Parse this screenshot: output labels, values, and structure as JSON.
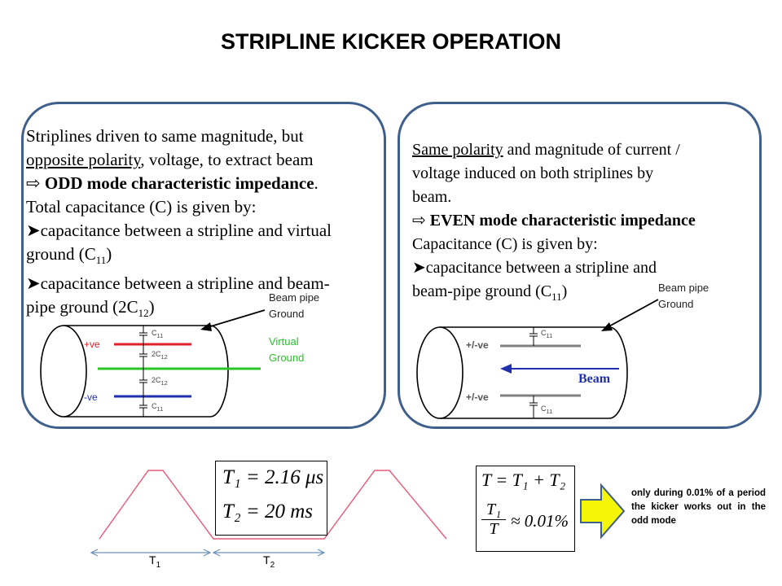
{
  "title": "STRIPLINE KICKER OPERATION",
  "left": {
    "line1": "Striplines driven to same magnitude, but",
    "line2_u": "opposite polarity",
    "line2_rest": ", voltage, to extract beam",
    "line3": " ODD mode characteristic impedance",
    "line3_end": ".",
    "line4": "Total capacitance (C) is given by:",
    "line5": "capacitance between a stripline and virtual",
    "line6": "ground  (C",
    "line6_sub": "11",
    "line6_end": ")",
    "line7": "capacitance between a stripline and beam-",
    "line8": "pipe ground  (2C",
    "line8_sub": "12",
    "line8_end": ")",
    "beam_pipe_ground_1": "Beam pipe",
    "beam_pipe_ground_2": "Ground",
    "virtual_ground_1": "Virtual",
    "virtual_ground_2": "Ground",
    "plus_ve": "+ve",
    "minus_ve": "-ve",
    "c11": "C",
    "c11_sub": "11",
    "two_c12": "2C",
    "c12_sub": "12"
  },
  "right": {
    "line1_u": "Same polarity",
    "line1_rest": " and magnitude of current /",
    "line2": "voltage induced on both striplines by",
    "line3": "beam.",
    "line4": " EVEN mode characteristic impedance",
    "line5": "Capacitance (C) is given by:",
    "line6": "capacitance between a stripline and",
    "line7": "beam-pipe ground  (C",
    "line7_sub": "11",
    "line7_end": ")",
    "beam_pipe_ground_1": "Beam pipe",
    "beam_pipe_ground_2": "Ground",
    "pm_ve_top": "+/-ve",
    "pm_ve_bottom": "+/-ve",
    "beam": "Beam",
    "c11": "C",
    "c11_sub": "11"
  },
  "bottom": {
    "eq1": "T₁ = 2.16 μs",
    "eq2": "T₂ = 20 ms",
    "eq3": "T = T₁ + T₂",
    "eq4_num": "T₁",
    "eq4_den": "T",
    "eq4_rest": "≈ 0.01%",
    "t1": "T",
    "t1_sub": "1",
    "t2": "T",
    "t2_sub": "2",
    "note": "only during 0.01% of a period the kicker works out in the odd mode"
  },
  "colors": {
    "panel_border": "#3f5f8c",
    "plus_line": "#e0202a",
    "minus_line": "#1f2fb0",
    "virtual_ground": "#28c428",
    "stripline_even": "#808080",
    "beam_arrow": "#1f2fb0",
    "waveform": "#e85a78",
    "arrow_fill": "#f5f50a",
    "arrow_stroke": "#3f5f8c",
    "time_arrow": "#6a90b8"
  }
}
